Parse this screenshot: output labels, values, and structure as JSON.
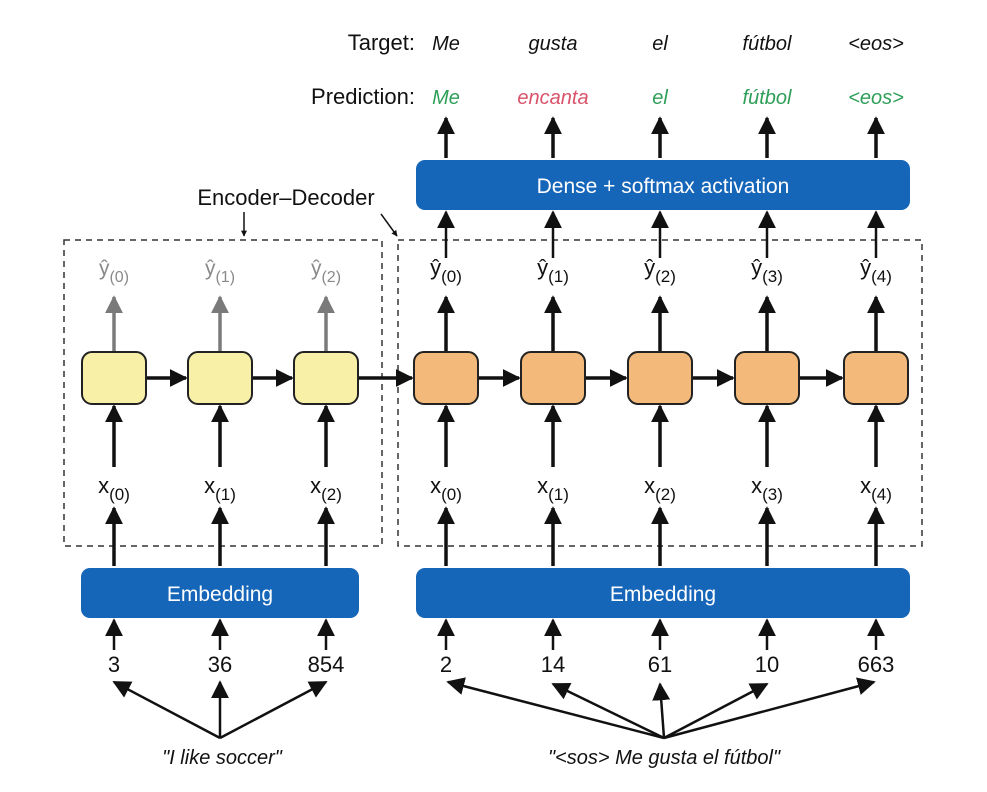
{
  "diagram": {
    "header": {
      "target_label": "Target:",
      "prediction_label": "Prediction:"
    },
    "target_tokens": [
      "Me",
      "gusta",
      "el",
      "fútbol",
      "<eos>"
    ],
    "prediction_tokens": [
      {
        "text": "Me",
        "correct": true
      },
      {
        "text": "encanta",
        "correct": false
      },
      {
        "text": "el",
        "correct": true
      },
      {
        "text": "fútbol",
        "correct": true
      },
      {
        "text": "<eos>",
        "correct": true
      }
    ],
    "colors": {
      "correct": "#2e9e58",
      "incorrect": "#d9536a",
      "box_blue": "#1565b8",
      "encoder_cell": "#f9f0a8",
      "decoder_cell": "#f2b97a",
      "arrow": "#111111",
      "encoder_output_arrow": "#7a7a7a"
    },
    "dense_label": "Dense + softmax activation",
    "group_label": "Encoder–Decoder",
    "encoder": {
      "outputs": [
        {
          "base": "ŷ",
          "sub": "(0)"
        },
        {
          "base": "ŷ",
          "sub": "(1)"
        },
        {
          "base": "ŷ",
          "sub": "(2)"
        }
      ],
      "inputs": [
        {
          "base": "x",
          "sub": "(0)"
        },
        {
          "base": "x",
          "sub": "(1)"
        },
        {
          "base": "x",
          "sub": "(2)"
        }
      ],
      "embedding_label": "Embedding",
      "token_ids": [
        "3",
        "36",
        "854"
      ],
      "sentence": "\"I like soccer\""
    },
    "decoder": {
      "outputs": [
        {
          "base": "ŷ",
          "sub": "(0)"
        },
        {
          "base": "ŷ",
          "sub": "(1)"
        },
        {
          "base": "ŷ",
          "sub": "(2)"
        },
        {
          "base": "ŷ",
          "sub": "(3)"
        },
        {
          "base": "ŷ",
          "sub": "(4)"
        }
      ],
      "inputs": [
        {
          "base": "x",
          "sub": "(0)"
        },
        {
          "base": "x",
          "sub": "(1)"
        },
        {
          "base": "x",
          "sub": "(2)"
        },
        {
          "base": "x",
          "sub": "(3)"
        },
        {
          "base": "x",
          "sub": "(4)"
        }
      ],
      "embedding_label": "Embedding",
      "token_ids": [
        "2",
        "14",
        "61",
        "10",
        "663"
      ],
      "sentence": "\"<sos> Me gusta el fútbol\""
    }
  }
}
